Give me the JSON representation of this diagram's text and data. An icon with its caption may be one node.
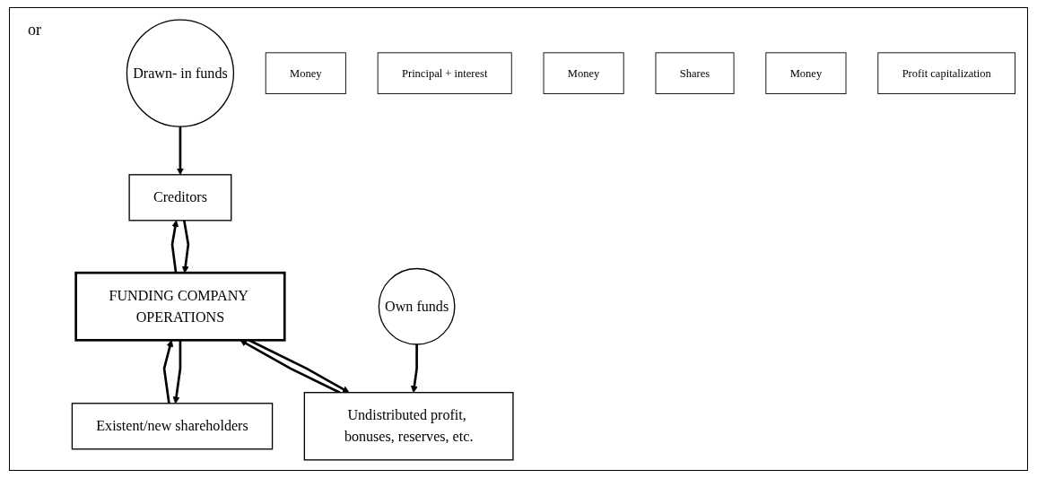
{
  "diagram": {
    "nodes": [
      {
        "text": [
          "Drawn- in funds"
        ]
      },
      {
        "text": [
          "Creditors"
        ]
      },
      {
        "text": [
          "Existent/new shareholders"
        ]
      },
      {
        "text": [
          "Own funds"
        ]
      },
      {
        "text": [
          "Money"
        ]
      },
      {
        "text": [
          "Principal + interest"
        ]
      },
      {
        "text": [
          "Money"
        ]
      },
      {
        "text": [
          "Shares"
        ]
      },
      {
        "text": [
          "Undistributed profit, bonuses, reserves, etc."
        ]
      },
      {
        "text": [
          "Money"
        ]
      },
      {
        "text": [
          "FUNDING COMPANY OPERATIONS"
        ]
      },
      {
        "text": [
          "Profit capitalization"
        ]
      }
    ],
    "edges": [
      {
        "from": 0,
        "to": 1,
        "arrow": "to"
      },
      {
        "from": 3,
        "to": 8,
        "arrow": "to"
      },
      {
        "from": 1,
        "to": 10,
        "arrow": "to"
      },
      {
        "from": 10,
        "to": 1,
        "arrow": "to"
      },
      {
        "from": 2,
        "to": 10,
        "arrow": "to"
      },
      {
        "from": 10,
        "to": 2,
        "arrow": "to"
      },
      {
        "from": 8,
        "to": 10,
        "arrow": "to"
      },
      {
        "from": 10,
        "to": 8,
        "arrow": "to"
      }
    ],
    "labels": [
      "or"
    ]
  }
}
